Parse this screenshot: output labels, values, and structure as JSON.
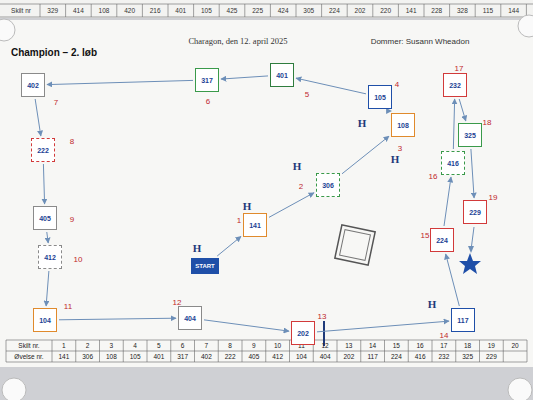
{
  "diagram": {
    "title": "Champion – 2. løb",
    "nodes": [
      {
        "text": [
          "START"
        ]
      },
      {
        "text": [
          "1",
          "141"
        ]
      },
      {
        "text": [
          "2",
          "306"
        ]
      },
      {
        "text": [
          "3",
          "108"
        ]
      },
      {
        "text": [
          "4",
          "105"
        ]
      },
      {
        "text": [
          "5",
          "401"
        ]
      },
      {
        "text": [
          "6",
          "317"
        ]
      },
      {
        "text": [
          "7",
          "402"
        ]
      },
      {
        "text": [
          "8",
          "222"
        ]
      },
      {
        "text": [
          "9",
          "405"
        ]
      },
      {
        "text": [
          "10",
          "412"
        ]
      },
      {
        "text": [
          "11",
          "104"
        ]
      },
      {
        "text": [
          "12",
          "404"
        ]
      },
      {
        "text": [
          "13",
          "202"
        ]
      },
      {
        "text": [
          "14",
          "117"
        ]
      },
      {
        "text": [
          "15",
          "224"
        ]
      },
      {
        "text": [
          "16",
          "416"
        ]
      },
      {
        "text": [
          "17",
          "232"
        ]
      },
      {
        "text": [
          "18",
          "325"
        ]
      },
      {
        "text": [
          "19",
          "229"
        ]
      }
    ],
    "edges": [
      {
        "from": 0,
        "to": 1,
        "arrow": "to"
      },
      {
        "from": 1,
        "to": 2,
        "arrow": "to"
      },
      {
        "from": 2,
        "to": 3,
        "arrow": "to"
      },
      {
        "from": 3,
        "to": 4,
        "arrow": "to"
      },
      {
        "from": 4,
        "to": 5,
        "arrow": "to"
      },
      {
        "from": 5,
        "to": 6,
        "arrow": "to"
      },
      {
        "from": 6,
        "to": 7,
        "arrow": "to"
      },
      {
        "from": 7,
        "to": 8,
        "arrow": "to"
      },
      {
        "from": 8,
        "to": 9,
        "arrow": "to"
      },
      {
        "from": 9,
        "to": 10,
        "arrow": "to"
      },
      {
        "from": 10,
        "to": 11,
        "arrow": "to"
      },
      {
        "from": 11,
        "to": 12,
        "arrow": "to"
      },
      {
        "from": 12,
        "to": 13,
        "arrow": "to"
      },
      {
        "from": 13,
        "to": 14,
        "arrow": "to"
      },
      {
        "from": 14,
        "to": 15,
        "arrow": "to"
      },
      {
        "from": 15,
        "to": 16,
        "arrow": "to"
      },
      {
        "from": 16,
        "to": 17,
        "arrow": "to"
      },
      {
        "from": 17,
        "to": 18,
        "arrow": "to"
      },
      {
        "from": 18,
        "to": 19,
        "arrow": "to"
      }
    ],
    "labels": [
      "Skilt nr",
      "329",
      "414",
      "108",
      "420",
      "216",
      "401",
      "105",
      "425",
      "225",
      "424",
      "305",
      "224",
      "202",
      "220",
      "141",
      "228",
      "328",
      "115",
      "144",
      "Charagon, den 12. april 2025",
      "Dommer: Susann Wheadon",
      "H",
      "H",
      "H",
      "H",
      "H",
      "H",
      "Skilt nr.",
      "1",
      "2",
      "3",
      "4",
      "5",
      "6",
      "7",
      "8",
      "9",
      "10",
      "11",
      "12",
      "13",
      "14",
      "15",
      "16",
      "17",
      "18",
      "19",
      "20",
      "Øvelse nr.",
      "141",
      "306",
      "108",
      "105",
      "401",
      "317",
      "402",
      "222",
      "405",
      "412",
      "104",
      "404",
      "202",
      "117",
      "224",
      "416",
      "232",
      "325",
      "229"
    ]
  }
}
